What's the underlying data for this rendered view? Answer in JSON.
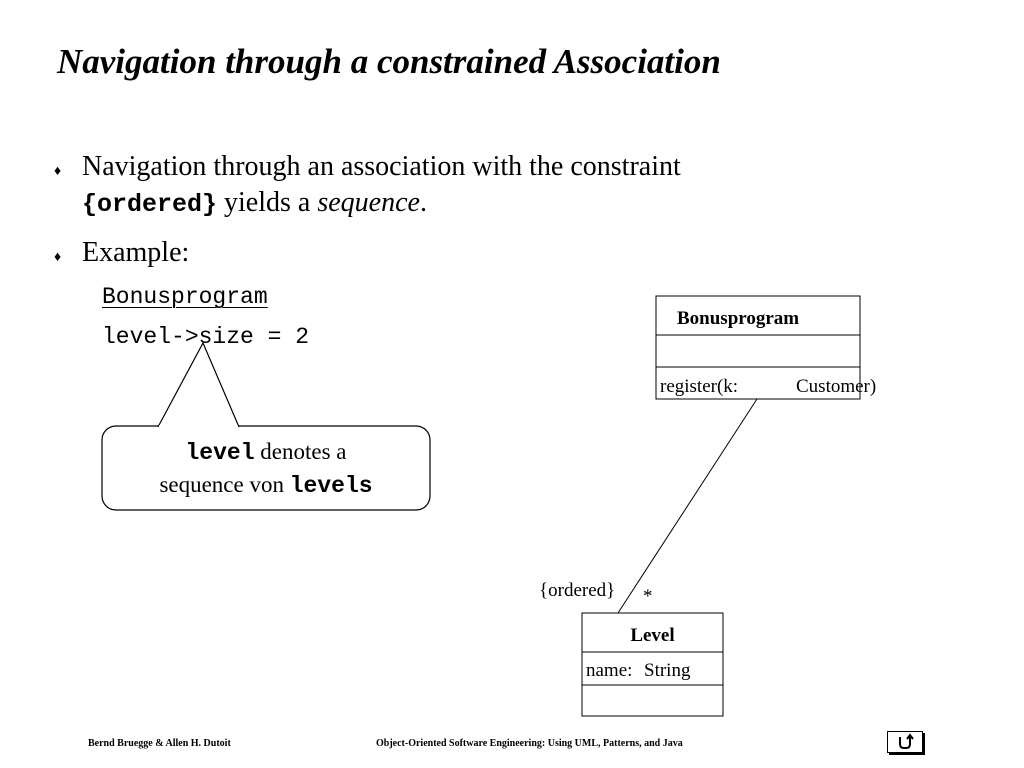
{
  "slide": {
    "title": "Navigation through a constrained Association",
    "bullets": [
      {
        "line1": "Navigation through an association with the constraint",
        "line2_code": "{ordered}",
        "line2_mid": " yields a ",
        "line2_italic": "sequence",
        "line2_end": "."
      },
      {
        "text": "Example:"
      }
    ],
    "code": {
      "context": "Bonusprogram",
      "expression": "level->size = 2"
    },
    "callout": {
      "code1": "level",
      "text1": " denotes a",
      "text2": "sequence von ",
      "code2": "levels"
    }
  },
  "diagram": {
    "bonus_class": {
      "name": "Bonusprogram",
      "operation_left": "register(k:",
      "operation_right": "Customer)"
    },
    "level_class": {
      "name": "Level",
      "attribute_left": "name:",
      "attribute_right": "String"
    },
    "association": {
      "constraint": "{ordered}",
      "multiplicity": "*"
    }
  },
  "footer": {
    "authors": "Bernd Bruegge & Allen H. Dutoit",
    "book": "Object-Oriented Software Engineering: Using UML, Patterns, and Java",
    "nav_icon": "return-arrow-icon"
  }
}
